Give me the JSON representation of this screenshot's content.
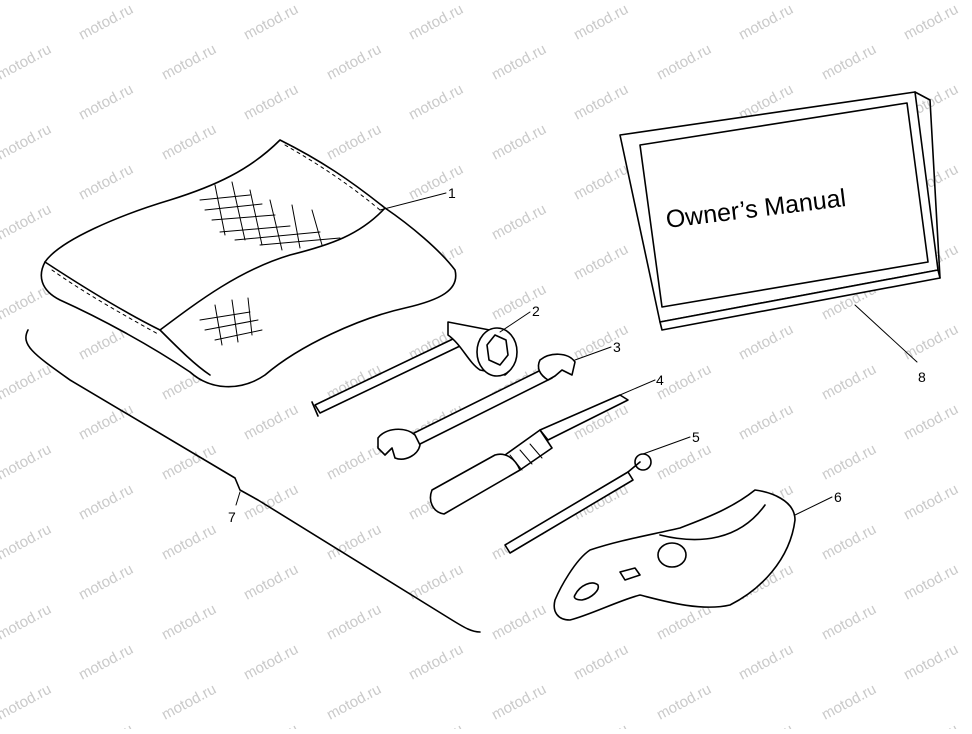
{
  "watermark": {
    "text": "motod.ru"
  },
  "manual": {
    "cover_title": "Owner’s Manual"
  },
  "callouts": [
    {
      "id": "1",
      "label": "1"
    },
    {
      "id": "2",
      "label": "2"
    },
    {
      "id": "3",
      "label": "3"
    },
    {
      "id": "4",
      "label": "4"
    },
    {
      "id": "5",
      "label": "5"
    },
    {
      "id": "6",
      "label": "6"
    },
    {
      "id": "7",
      "label": "7"
    },
    {
      "id": "8",
      "label": "8"
    }
  ]
}
